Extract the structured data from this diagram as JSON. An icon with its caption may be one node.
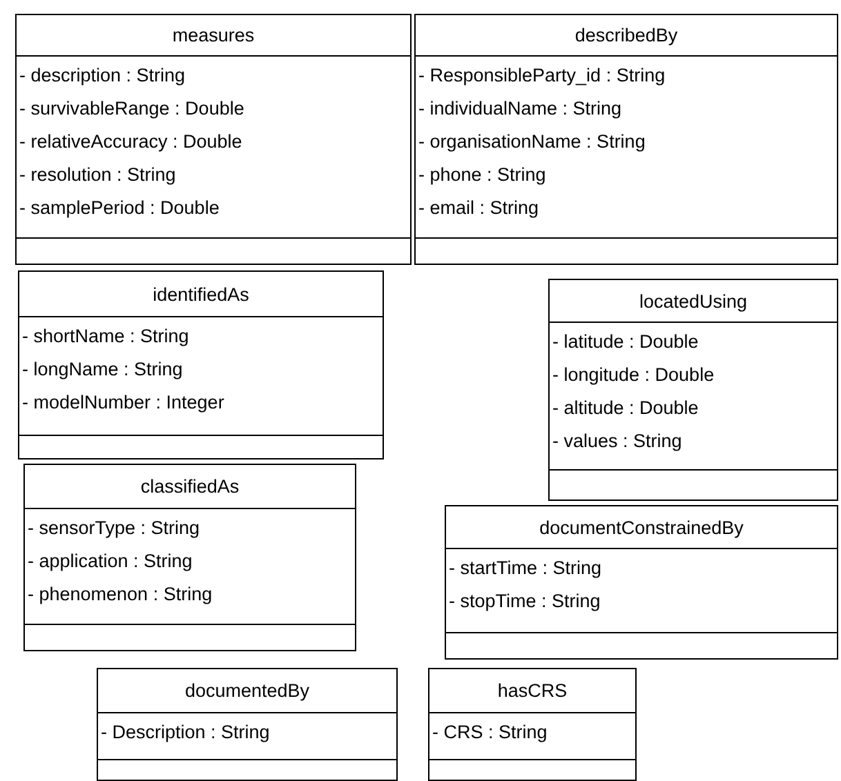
{
  "diagram": {
    "nodes": [
      {
        "text": [
          "measures",
          "- description : String",
          "- survivableRange : Double",
          "- relativeAccuracy : Double",
          "- resolution : String",
          "- samplePeriod : Double"
        ]
      },
      {
        "text": [
          "describedBy",
          "- ResponsibleParty_id : String",
          "- individualName : String",
          "- organisationName : String",
          "- phone : String",
          "- email : String"
        ]
      },
      {
        "text": [
          "identifiedAs",
          "- shortName : String",
          "- longName : String",
          "- modelNumber : Integer"
        ]
      },
      {
        "text": [
          "locatedUsing",
          "- latitude : Double",
          "- longitude : Double",
          "- altitude : Double",
          "- values : String"
        ]
      },
      {
        "text": [
          "classifiedAs",
          "- sensorType : String",
          "- application : String",
          "- phenomenon : String"
        ]
      },
      {
        "text": [
          "documentConstrainedBy",
          "- startTime : String",
          "- stopTime : String"
        ]
      },
      {
        "text": [
          "documentedBy",
          "- Description : String"
        ]
      },
      {
        "text": [
          "hasCRS",
          "- CRS : String"
        ]
      }
    ]
  }
}
